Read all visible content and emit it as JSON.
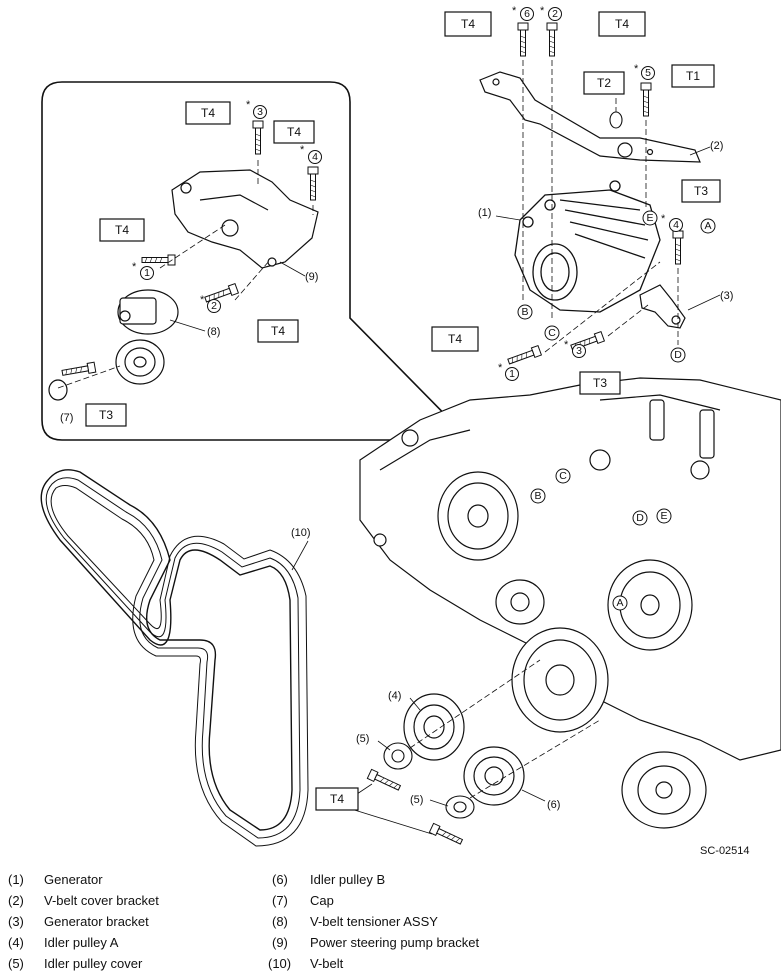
{
  "figure_id": "SC-02514",
  "torque_labels": {
    "t1": "T1",
    "t2": "T2",
    "t3": "T3",
    "t4": "T4"
  },
  "refs": {
    "r1": "1",
    "r2": "2",
    "r3": "3",
    "r4": "4",
    "r5": "5",
    "r6": "6",
    "star": "*",
    "a": "A",
    "b": "B",
    "c": "C",
    "d": "D",
    "e": "E",
    "p1": "(1)",
    "p2": "(2)",
    "p3": "(3)",
    "p4": "(4)",
    "p5": "(5)",
    "p6": "(6)",
    "p7": "(7)",
    "p8": "(8)",
    "p9": "(9)",
    "p10": "(10)"
  },
  "legend": [
    {
      "num": "(1)",
      "label": "Generator"
    },
    {
      "num": "(2)",
      "label": "V-belt cover bracket"
    },
    {
      "num": "(3)",
      "label": "Generator bracket"
    },
    {
      "num": "(4)",
      "label": "Idler pulley A"
    },
    {
      "num": "(5)",
      "label": "Idler pulley cover"
    },
    {
      "num": "(6)",
      "label": "Idler pulley B"
    },
    {
      "num": "(7)",
      "label": "Cap"
    },
    {
      "num": "(8)",
      "label": "V-belt tensioner ASSY"
    },
    {
      "num": "(9)",
      "label": "Power steering pump bracket"
    },
    {
      "num": "(10)",
      "label": "V-belt"
    }
  ]
}
